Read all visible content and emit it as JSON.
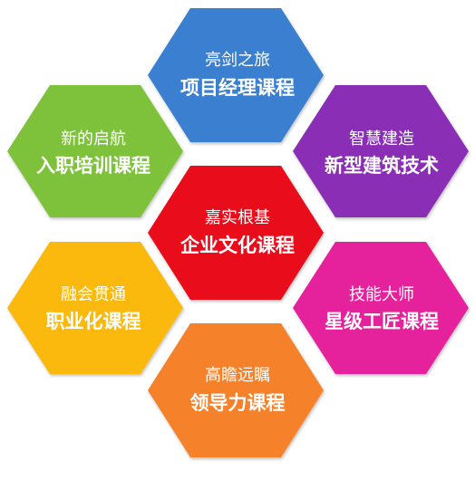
{
  "hexagons": [
    {
      "id": "top",
      "subtitle": "亮剑之旅",
      "title": "项目经理课程",
      "color": "#3a7fd0"
    },
    {
      "id": "upper-left",
      "subtitle": "新的启航",
      "title": "入职培训课程",
      "color": "#7ec23b"
    },
    {
      "id": "upper-right",
      "subtitle": "智慧建造",
      "title": "新型建筑技术",
      "color": "#8a2fb5"
    },
    {
      "id": "center",
      "subtitle": "嘉实根基",
      "title": "企业文化课程",
      "color": "#e9111a"
    },
    {
      "id": "lower-left",
      "subtitle": "融会贯通",
      "title": "职业化课程",
      "color": "#fbb80b"
    },
    {
      "id": "lower-right",
      "subtitle": "技能大师",
      "title": "星级工匠课程",
      "color": "#e5229b"
    },
    {
      "id": "bottom",
      "subtitle": "高瞻远瞩",
      "title": "领导力课程",
      "color": "#f5822a"
    }
  ]
}
